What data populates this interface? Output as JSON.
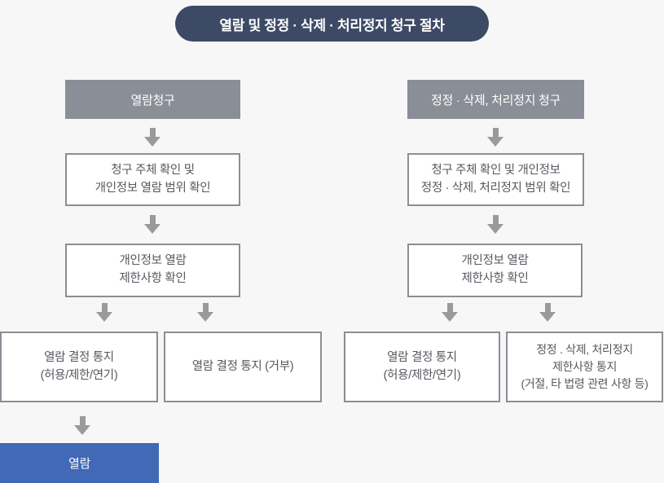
{
  "title": "열람 및 정정 · 삭제 · 처리정지 청구 절차",
  "colors": {
    "background": "#F7F7F7",
    "title_bg": "#3D4A66",
    "header_bg": "#8A8E96",
    "box_border": "#8A8E96",
    "box_text": "#55585F",
    "arrow": "#9A9A9A",
    "result_bg": "#4169B5"
  },
  "left_flow": {
    "header": "열람청구",
    "steps": [
      "청구 주체 확인 및\n개인정보 열람 범위 확인",
      "개인정보 열람\n제한사항 확인"
    ],
    "outcomes": [
      "열람 결정 통지\n(허용/제한/연기)",
      "열람 결정 통지 (거부)"
    ],
    "result": "열람"
  },
  "right_flow": {
    "header": "정정 · 삭제, 처리정지 청구",
    "steps": [
      "청구 주체 확인 및 개인정보\n정정 · 삭제, 처리정지 범위 확인",
      "개인정보 열람\n제한사항 확인"
    ],
    "outcomes": [
      "열람 결정 통지\n(허용/제한/연기)",
      "정정 . 삭제, 처리정지\n제한사항 통지\n(거절, 타 법령 관련 사항 등)"
    ]
  }
}
